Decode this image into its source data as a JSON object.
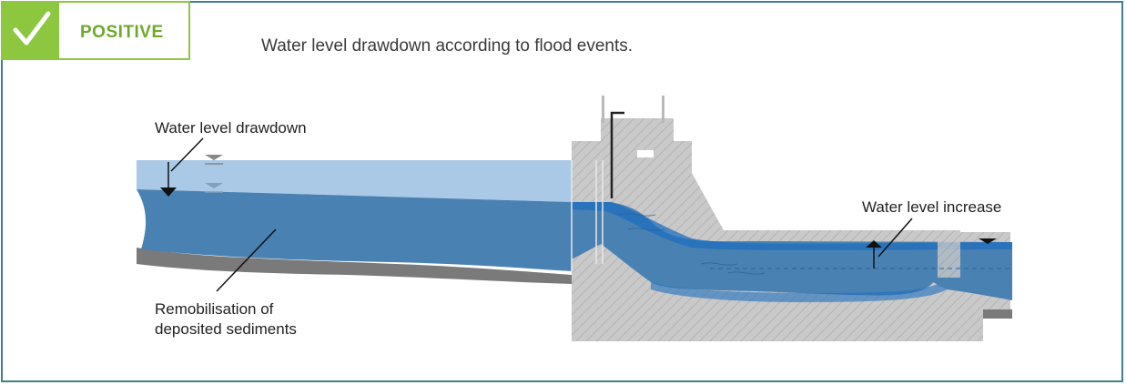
{
  "badge": {
    "label": "POSITIVE",
    "icon": "checkmark-icon",
    "color": "#8dc63f"
  },
  "caption": "Water level drawdown according to flood events.",
  "labels": {
    "drawdown": "Water level drawdown",
    "increase": "Water level increase",
    "sediments_line1": "Remobilisation of",
    "sediments_line2": "deposited sediments"
  },
  "colors": {
    "frame": "#3f7f8a",
    "water_deep": "#4a81b3",
    "water_light": "#a9c9e6",
    "water_bright": "#1e6fbf",
    "concrete": "#c8c8c8",
    "sediment": "#777777"
  }
}
